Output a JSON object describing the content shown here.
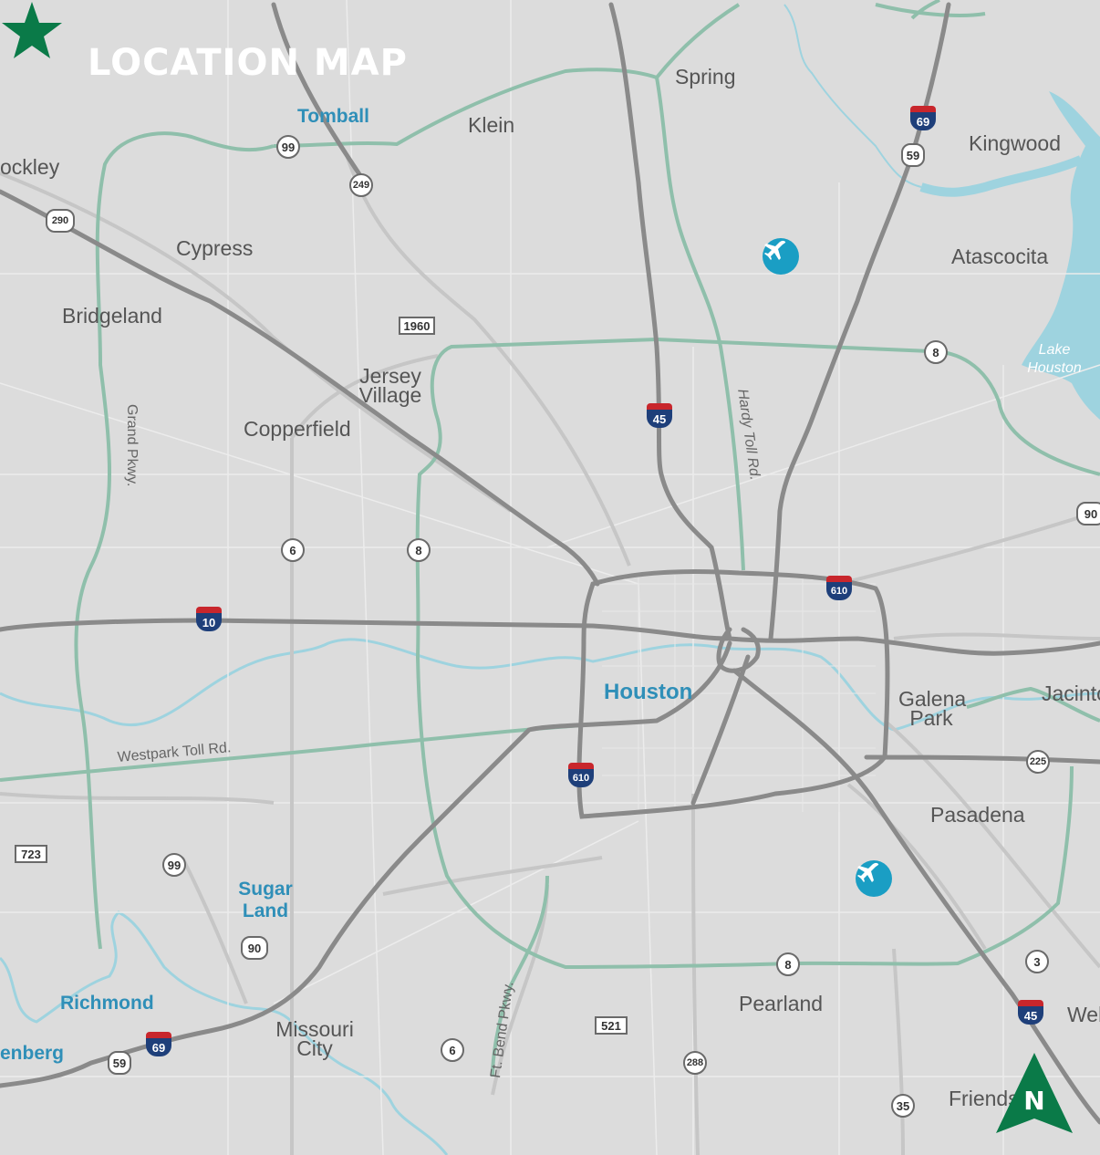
{
  "map": {
    "title": "LOCATION MAP",
    "cities": [
      {
        "id": "tomball",
        "label": "Tomball",
        "style": "city"
      },
      {
        "id": "klein",
        "label": "Klein",
        "style": "normal"
      },
      {
        "id": "spring",
        "label": "Spring",
        "style": "normal"
      },
      {
        "id": "kingwood",
        "label": "Kingwood",
        "style": "normal"
      },
      {
        "id": "hockley",
        "label": "ockley",
        "style": "normal"
      },
      {
        "id": "cypress",
        "label": "Cypress",
        "style": "normal"
      },
      {
        "id": "atascocita",
        "label": "Atascocita",
        "style": "normal"
      },
      {
        "id": "bridgeland",
        "label": "Bridgeland",
        "style": "normal"
      },
      {
        "id": "jersey-village",
        "label": "Jersey Village",
        "style": "normal"
      },
      {
        "id": "copperfield",
        "label": "Copperfield",
        "style": "normal"
      },
      {
        "id": "houston",
        "label": "Houston",
        "style": "city"
      },
      {
        "id": "galena-park",
        "label": "Galena Park",
        "style": "normal"
      },
      {
        "id": "jacinto",
        "label": "Jacinto",
        "style": "normal"
      },
      {
        "id": "pasadena",
        "label": "Pasadena",
        "style": "normal"
      },
      {
        "id": "sugar-land",
        "label": "Sugar Land",
        "style": "city"
      },
      {
        "id": "richmond",
        "label": "Richmond",
        "style": "city"
      },
      {
        "id": "rosenberg",
        "label": "enberg",
        "style": "city"
      },
      {
        "id": "missouri-city",
        "label": "Missouri City",
        "style": "normal"
      },
      {
        "id": "pearland",
        "label": "Pearland",
        "style": "normal"
      },
      {
        "id": "webster",
        "label": "Web",
        "style": "normal"
      },
      {
        "id": "friendswood",
        "label": "Friends",
        "style": "normal"
      }
    ],
    "water_labels": [
      {
        "id": "lake-houston",
        "label": "Lake Houston"
      }
    ],
    "road_labels": [
      {
        "id": "grand-pkwy",
        "label": "Grand Pkwy."
      },
      {
        "id": "hardy-toll-rd",
        "label": "Hardy Toll Rd."
      },
      {
        "id": "westpark-toll-rd",
        "label": "Westpark Toll Rd."
      },
      {
        "id": "ft-bend-pkwy",
        "label": "Ft. Bend Pkwy."
      }
    ],
    "highway_shields": [
      {
        "id": "sh-99-north",
        "type": "state",
        "number": "99"
      },
      {
        "id": "sh-249",
        "type": "state",
        "number": "249"
      },
      {
        "id": "us-290",
        "type": "us",
        "number": "290"
      },
      {
        "id": "fm-1960",
        "type": "farm",
        "number": "1960"
      },
      {
        "id": "i-69-north",
        "type": "interstate",
        "number": "69"
      },
      {
        "id": "us-59-north",
        "type": "us",
        "number": "59"
      },
      {
        "id": "sh-8-northeast",
        "type": "state",
        "number": "8"
      },
      {
        "id": "i-45-north",
        "type": "interstate",
        "number": "45"
      },
      {
        "id": "us-90-east",
        "type": "us",
        "number": "90"
      },
      {
        "id": "sh-6-west",
        "type": "state",
        "number": "6"
      },
      {
        "id": "sh-8-west",
        "type": "state",
        "number": "8"
      },
      {
        "id": "i-610-northeast",
        "type": "interstate",
        "number": "610"
      },
      {
        "id": "i-10-west",
        "type": "interstate",
        "number": "10"
      },
      {
        "id": "sh-225",
        "type": "state",
        "number": "225"
      },
      {
        "id": "i-610-southwest",
        "type": "interstate",
        "number": "610"
      },
      {
        "id": "fm-723",
        "type": "farm",
        "number": "723"
      },
      {
        "id": "sh-99-south",
        "type": "state",
        "number": "99"
      },
      {
        "id": "us-90-southwest",
        "type": "us",
        "number": "90"
      },
      {
        "id": "sh-8-south",
        "type": "state",
        "number": "8"
      },
      {
        "id": "sh-3",
        "type": "state",
        "number": "3"
      },
      {
        "id": "fm-521",
        "type": "farm",
        "number": "521"
      },
      {
        "id": "i-45-south",
        "type": "interstate",
        "number": "45"
      },
      {
        "id": "i-69-south",
        "type": "interstate",
        "number": "69"
      },
      {
        "id": "us-59-south",
        "type": "us",
        "number": "59"
      },
      {
        "id": "sh-6-south",
        "type": "state",
        "number": "6"
      },
      {
        "id": "sh-288",
        "type": "state",
        "number": "288"
      },
      {
        "id": "sh-35",
        "type": "state",
        "number": "35"
      }
    ],
    "north_arrow_label": "N",
    "colors": {
      "background": "#dcdcdc",
      "major_road": "#8a8a8a",
      "toll_road": "#8fbfab",
      "water": "#9ed3df",
      "marker": "#0a7a48",
      "airport": "#1a9ec4",
      "city_accent": "#2f8fb8"
    },
    "markers": [
      {
        "id": "property-star",
        "icon": "star-icon"
      },
      {
        "id": "iah-airport",
        "icon": "airplane-icon"
      },
      {
        "id": "hobby-airport",
        "icon": "airplane-icon"
      }
    ]
  }
}
